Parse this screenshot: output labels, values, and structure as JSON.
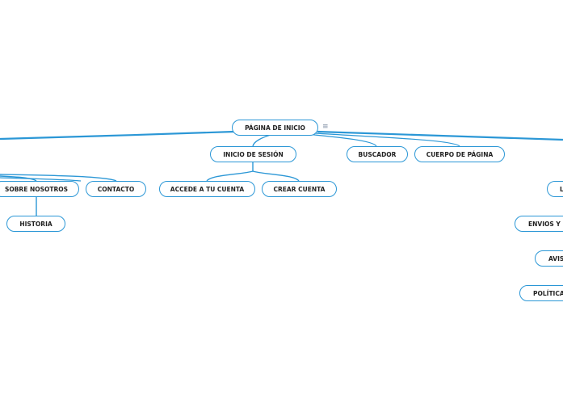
{
  "map": {
    "root": {
      "label": "PÁGINA DE INICIO",
      "menu_icon": "notes-icon"
    },
    "nodes": {
      "inicio_sesion": "INICIO DE SESIÓN",
      "buscador": "BUSCADOR",
      "cuerpo_pagina": "CUERPO DE PÁGINA",
      "sobre_nosotros": "SOBRE NOSOTROS",
      "contacto": "CONTACTO",
      "accede_cuenta": "ACCEDE A TU CUENTA",
      "crear_cuenta": "CREAR CUENTA",
      "historia": "HISTORIA",
      "right_top_partial": "L",
      "envios_partial": "ENVIOS Y D",
      "avis_partial": "AVIS",
      "politica_partial": "POLÍTICA"
    },
    "colors": {
      "line": "#2b97d6",
      "node_border": "#2b97d6",
      "node_text": "#222222",
      "background": "#ffffff"
    }
  }
}
